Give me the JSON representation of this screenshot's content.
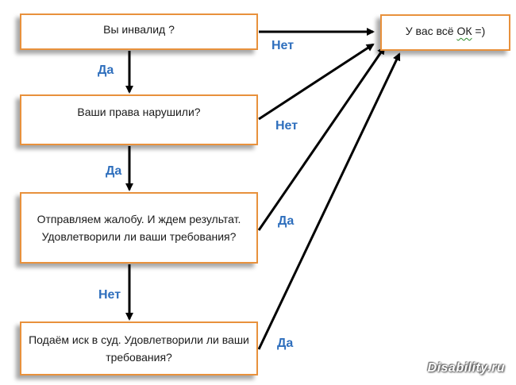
{
  "nodes": {
    "invalid": {
      "text": "Вы инвалид ?"
    },
    "rights": {
      "text": "Ваши права нарушили?"
    },
    "complaint": {
      "text": "Отправляем жалобу. И ждем результат. Удовлетворили ли ваши требования?"
    },
    "lawsuit": {
      "text": "Подаём иск в суд. Удовлетворили ли ваши требования?"
    },
    "ok": {
      "text_main": "У вас всё ",
      "text_wavy": "ОК",
      "text_tail": " =)"
    }
  },
  "edge_labels": {
    "invalid_to_rights": "Да",
    "invalid_to_ok": "Нет",
    "rights_to_complaint": "Да",
    "rights_to_ok": "Нет",
    "complaint_to_lawsuit": "Нет",
    "complaint_to_ok": "Да",
    "lawsuit_to_ok": "Да"
  },
  "watermark": "Disability.ru",
  "colors": {
    "box_border": "#e8913c",
    "label": "#2f6fbd",
    "arrow": "#000000"
  }
}
